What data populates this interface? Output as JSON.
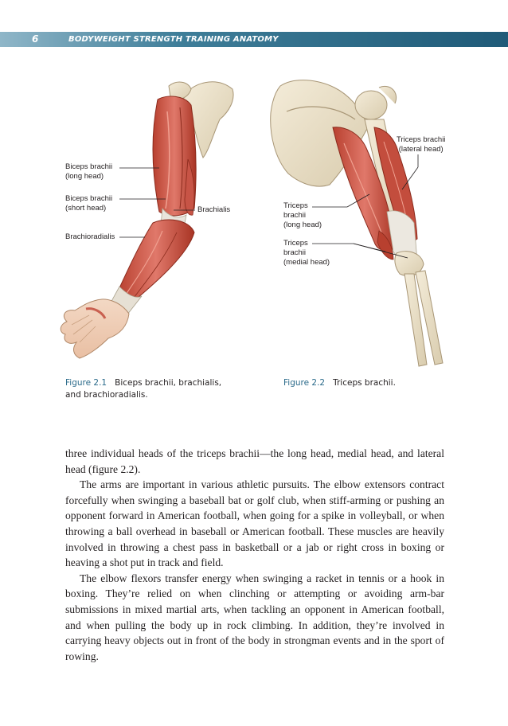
{
  "header": {
    "page_number": "6",
    "running_title": "BODYWEIGHT STRENGTH TRAINING ANATOMY"
  },
  "figure_left": {
    "labels": {
      "biceps_long_1": "Biceps brachii",
      "biceps_long_2": "(long head)",
      "biceps_short_1": "Biceps brachii",
      "biceps_short_2": "(short head)",
      "brachialis": "Brachialis",
      "brachioradialis": "Brachioradialis"
    },
    "caption_number": "Figure 2.1",
    "caption_line1": "Biceps brachii, brachialis,",
    "caption_line2": "and brachioradialis."
  },
  "figure_right": {
    "labels": {
      "lateral_1": "Triceps brachii",
      "lateral_2": "(lateral head)",
      "long_1": "Triceps",
      "long_2": "brachii",
      "long_3": "(long head)",
      "medial_1": "Triceps",
      "medial_2": "brachii",
      "medial_3": "(medial head)"
    },
    "caption_number": "Figure 2.2",
    "caption_text": "Triceps brachii."
  },
  "body": {
    "p1": "three individual heads of the triceps brachii—the long head, medial head, and lateral head (figure 2.2).",
    "p2": "The arms are important in various athletic pursuits. The elbow extensors contract forcefully when swinging a baseball bat or golf club, when stiff-arming or pushing an opponent forward in American football, when going for a spike in volleyball, or when throwing a ball overhead in baseball or American football. These muscles are heavily involved in throwing a chest pass in basketball or a jab or right cross in boxing or heaving a shot put in track and field.",
    "p3": "The elbow flexors transfer energy when swinging a racket in tennis or a hook in boxing. They’re relied on when clinching or attempting or avoiding arm-bar submissions in mixed martial arts, when tackling an opponent in American football, and when pulling the body up in rock climbing. In addition, they’re involved in carrying heavy objects out in front of the body in strongman events and in the sport of rowing."
  }
}
